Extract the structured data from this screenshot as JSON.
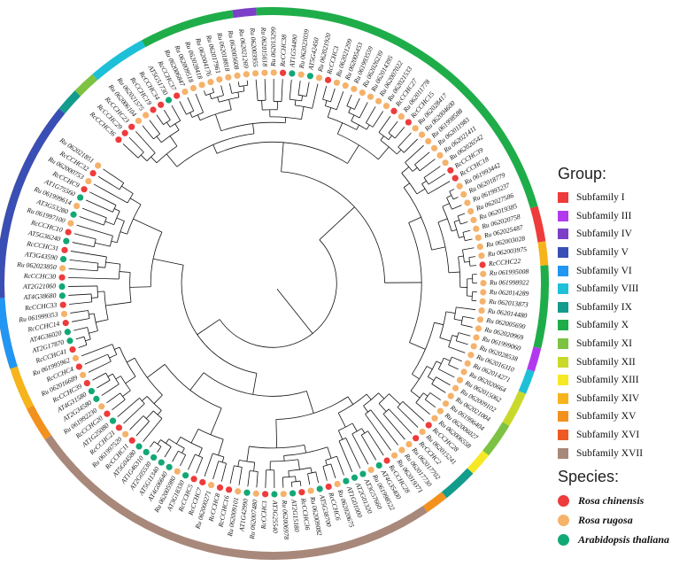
{
  "legend": {
    "group_title": "Group:",
    "species_title": "Species:",
    "groups": [
      {
        "label": "Subfamily I",
        "color": "#EE3B3B"
      },
      {
        "label": "Subfamily III",
        "color": "#B23AEE"
      },
      {
        "label": "Subfamily IV",
        "color": "#7B3FC8"
      },
      {
        "label": "Subfamily V",
        "color": "#3A4FB5"
      },
      {
        "label": "Subfamily VI",
        "color": "#2196F3"
      },
      {
        "label": "Subfamily VIII",
        "color": "#1EC0D8"
      },
      {
        "label": "Subfamily IX",
        "color": "#139B8C"
      },
      {
        "label": "Subfamily X",
        "color": "#1FAD4A"
      },
      {
        "label": "Subfamily XI",
        "color": "#7DC242"
      },
      {
        "label": "Subfamily XII",
        "color": "#C9D92B"
      },
      {
        "label": "Subfamily XIII",
        "color": "#F7E825"
      },
      {
        "label": "Subfamily XIV",
        "color": "#F6B41C"
      },
      {
        "label": "Subfamily XV",
        "color": "#F3911E"
      },
      {
        "label": "Subfamily XVI",
        "color": "#EF5A24"
      },
      {
        "label": "Subfamily XVII",
        "color": "#A8887A"
      }
    ],
    "species": [
      {
        "label": "Rosa chinensis",
        "color": "#EE3B3B"
      },
      {
        "label": "Rosa rugosa",
        "color": "#F5B26B"
      },
      {
        "label": "Arabidopsis thaliana",
        "color": "#12A876"
      }
    ]
  },
  "leaves": [
    {
      "name": "Ru 062021851",
      "sp": 1
    },
    {
      "name": "RcCCHC32",
      "sp": 0
    },
    {
      "name": "Ru 062000753",
      "sp": 1
    },
    {
      "name": "RcCCHC9",
      "sp": 0
    },
    {
      "name": "AT1G75560",
      "sp": 2
    },
    {
      "name": "Ru 061999614",
      "sp": 1
    },
    {
      "name": "AT3G53280",
      "sp": 2
    },
    {
      "name": "Ru 061997100",
      "sp": 1
    },
    {
      "name": "RcCCHC10",
      "sp": 0
    },
    {
      "name": "AT5G36240",
      "sp": 2
    },
    {
      "name": "RcCCHC31",
      "sp": 0
    },
    {
      "name": "AT3G43590",
      "sp": 2
    },
    {
      "name": "Ru 062023850",
      "sp": 1
    },
    {
      "name": "RcCCHC30",
      "sp": 0
    },
    {
      "name": "AT2G21060",
      "sp": 2
    },
    {
      "name": "AT4G38680",
      "sp": 2
    },
    {
      "name": "RcCCHC33",
      "sp": 0
    },
    {
      "name": "Ru 061999353",
      "sp": 1
    },
    {
      "name": "RcCCHC14",
      "sp": 0
    },
    {
      "name": "AT4G36020",
      "sp": 2
    },
    {
      "name": "AT2G17870",
      "sp": 2
    },
    {
      "name": "RcCCHC41",
      "sp": 0
    },
    {
      "name": "Ru 061995962",
      "sp": 1
    },
    {
      "name": "RcCCHC4",
      "sp": 0
    },
    {
      "name": "Ru 062016689",
      "sp": 1
    },
    {
      "name": "RcCCHC39",
      "sp": 0
    },
    {
      "name": "AT4G31580",
      "sp": 2
    },
    {
      "name": "AT2G34580",
      "sp": 2
    },
    {
      "name": "Ru 061992230",
      "sp": 1
    },
    {
      "name": "RcCCHC20",
      "sp": 0
    },
    {
      "name": "AT1G25080",
      "sp": 2
    },
    {
      "name": "RcCCHC21",
      "sp": 0
    },
    {
      "name": "Ru 061997520",
      "sp": 1
    },
    {
      "name": "RcCCHC11",
      "sp": 0
    },
    {
      "name": "AT5G04580",
      "sp": 2
    },
    {
      "name": "AT1G46310",
      "sp": 2
    },
    {
      "name": "AT2G05530",
      "sp": 2
    },
    {
      "name": "AT5G11340",
      "sp": 2
    },
    {
      "name": "AT4G06640",
      "sp": 2
    },
    {
      "name": "Ru 062005980",
      "sp": 1
    },
    {
      "name": "AT3G18330",
      "sp": 2
    },
    {
      "name": "RcCCHC5",
      "sp": 0
    },
    {
      "name": "RcCCHC7",
      "sp": 0
    },
    {
      "name": "Ru 062000271",
      "sp": 1
    },
    {
      "name": "RcCCHC8",
      "sp": 0
    },
    {
      "name": "RcCCHC16",
      "sp": 0
    },
    {
      "name": "Ru 062009101",
      "sp": 1
    },
    {
      "name": "AT1G42990",
      "sp": 2
    },
    {
      "name": "Ru 062007480",
      "sp": 1
    },
    {
      "name": "RcCCHC1",
      "sp": 0
    },
    {
      "name": "AT3G25540",
      "sp": 2
    },
    {
      "name": "Ru 062006978",
      "sp": 1
    },
    {
      "name": "AT2G15180",
      "sp": 2
    },
    {
      "name": "RcCCHC36",
      "sp": 0
    },
    {
      "name": "Ru 062009082",
      "sp": 1
    },
    {
      "name": "AT5G38700",
      "sp": 2
    },
    {
      "name": "RcCCHC6",
      "sp": 0
    },
    {
      "name": "Ru 062020675",
      "sp": 1
    },
    {
      "name": "AT1G01000",
      "sp": 2
    },
    {
      "name": "AT2G01320",
      "sp": 2
    },
    {
      "name": "AT3G57660",
      "sp": 2
    },
    {
      "name": "Ru 061998522",
      "sp": 1
    },
    {
      "name": "AT4G35400",
      "sp": 2
    },
    {
      "name": "RcCCHC28",
      "sp": 0
    },
    {
      "name": "Ru 062019371",
      "sp": 1
    },
    {
      "name": "Ru 062017730",
      "sp": 1
    },
    {
      "name": "Ru 062017702",
      "sp": 1
    },
    {
      "name": "RcCCHC2",
      "sp": 0
    },
    {
      "name": "Ru 062015241",
      "sp": 1
    },
    {
      "name": "RcCCHC28",
      "sp": 0
    },
    {
      "name": "Ru 062006558",
      "sp": 1
    },
    {
      "name": "Ru 062006027",
      "sp": 1
    },
    {
      "name": "Ru 061996404",
      "sp": 1
    },
    {
      "name": "Ru 062021004",
      "sp": 1
    },
    {
      "name": "Ru 062009102",
      "sp": 1
    },
    {
      "name": "Ru 062015062",
      "sp": 1
    },
    {
      "name": "Ru 062020664",
      "sp": 1
    },
    {
      "name": "Ru 062014271",
      "sp": 1
    },
    {
      "name": "Ru 062016310",
      "sp": 1
    },
    {
      "name": "Ru 062028538",
      "sp": 1
    },
    {
      "name": "Ru 061999060",
      "sp": 1
    },
    {
      "name": "Ru 062020969",
      "sp": 1
    },
    {
      "name": "Ru 062005690",
      "sp": 1
    },
    {
      "name": "Ru 062014480",
      "sp": 1
    },
    {
      "name": "Ru 062013873",
      "sp": 1
    },
    {
      "name": "Ru 062014289",
      "sp": 1
    },
    {
      "name": "Ru 061998922",
      "sp": 1
    },
    {
      "name": "Ru 061995008",
      "sp": 1
    },
    {
      "name": "RcCCHC22",
      "sp": 0
    },
    {
      "name": "Ru 062003975",
      "sp": 1
    },
    {
      "name": "Ru 062003028",
      "sp": 1
    },
    {
      "name": "Ru 062025487",
      "sp": 1
    },
    {
      "name": "Ru 062020758",
      "sp": 1
    },
    {
      "name": "Ru 062019385",
      "sp": 1
    },
    {
      "name": "Ru 062027586",
      "sp": 1
    },
    {
      "name": "Ru 061993237",
      "sp": 1
    },
    {
      "name": "Ru 062018779",
      "sp": 1
    },
    {
      "name": "Ru 061993442",
      "sp": 1
    },
    {
      "name": "RcCCHC18",
      "sp": 0
    },
    {
      "name": "RcCCHC39",
      "sp": 0
    },
    {
      "name": "Ru 062026542",
      "sp": 1
    },
    {
      "name": "Ru 062021411",
      "sp": 1
    },
    {
      "name": "Ru 062011983",
      "sp": 1
    },
    {
      "name": "Ru 061998588",
      "sp": 1
    },
    {
      "name": "Ru 062004600",
      "sp": 1
    },
    {
      "name": "Ru 062028417",
      "sp": 1
    },
    {
      "name": "RcCCHC15",
      "sp": 0
    },
    {
      "name": "Ru 062011778",
      "sp": 1
    },
    {
      "name": "RcCCHC27",
      "sp": 0
    },
    {
      "name": "Ru 062021533",
      "sp": 1
    },
    {
      "name": "Ru 062007022",
      "sp": 1
    },
    {
      "name": "Ru 062014395",
      "sp": 1
    },
    {
      "name": "Ru 062026239",
      "sp": 1
    },
    {
      "name": "Ru 061993559",
      "sp": 1
    },
    {
      "name": "Ru 062005453",
      "sp": 1
    },
    {
      "name": "Ru 062021299",
      "sp": 1
    },
    {
      "name": "RcCCHC3",
      "sp": 0
    },
    {
      "name": "Ru 062021920",
      "sp": 1
    },
    {
      "name": "AT5G42450",
      "sp": 2
    },
    {
      "name": "Ru 062023039",
      "sp": 1
    },
    {
      "name": "AT1G54490",
      "sp": 2
    },
    {
      "name": "RcCCHC38",
      "sp": 0
    },
    {
      "name": "Ru 062013299",
      "sp": 1
    },
    {
      "name": "Ru 062015618",
      "sp": 1
    },
    {
      "name": "Ru 062003955",
      "sp": 1
    },
    {
      "name": "Ru 062021269",
      "sp": 1
    },
    {
      "name": "Ru 062005608",
      "sp": 1
    },
    {
      "name": "Ru 062018818",
      "sp": 1
    },
    {
      "name": "Ru 062017961",
      "sp": 1
    },
    {
      "name": "Ru 062004176",
      "sp": 1
    },
    {
      "name": "Ru 062028418",
      "sp": 1
    },
    {
      "name": "Ru 062009518",
      "sp": 1
    },
    {
      "name": "Ru 062006847",
      "sp": 1
    },
    {
      "name": "RcCCHC37",
      "sp": 0
    },
    {
      "name": "AT5G51730",
      "sp": 2
    },
    {
      "name": "RcCCHC34",
      "sp": 0
    },
    {
      "name": "RcCCHC19",
      "sp": 0
    },
    {
      "name": "Ru 062021575",
      "sp": 1
    },
    {
      "name": "Ru 062006104",
      "sp": 1
    },
    {
      "name": "RcCCHC23",
      "sp": 0
    },
    {
      "name": "RcCCHC29",
      "sp": 0
    },
    {
      "name": "RcCCHC36",
      "sp": 0
    }
  ],
  "ring_segments": [
    {
      "group": 12,
      "n": 4
    },
    {
      "group": 11,
      "n": 8
    },
    {
      "group": 13,
      "n": 9
    },
    {
      "group": 11,
      "n": 4
    },
    {
      "group": 12,
      "n": 3
    },
    {
      "group": 14,
      "n": 36
    },
    {
      "group": 12,
      "n": 2
    },
    {
      "group": 6,
      "n": 3
    },
    {
      "group": 10,
      "n": 2
    },
    {
      "group": 8,
      "n": 3
    },
    {
      "group": 9,
      "n": 3
    },
    {
      "group": 5,
      "n": 2
    },
    {
      "group": 1,
      "n": 2
    },
    {
      "group": 7,
      "n": 7
    },
    {
      "group": 11,
      "n": 2
    },
    {
      "group": 0,
      "n": 3
    },
    {
      "group": 7,
      "n": 31
    },
    {
      "group": 2,
      "n": 2
    },
    {
      "group": 7,
      "n": 8
    },
    {
      "group": 5,
      "n": 5
    },
    {
      "group": 8,
      "n": 2
    },
    {
      "group": 6,
      "n": 2
    },
    {
      "group": 3,
      "n": 17
    },
    {
      "group": 4,
      "n": 6
    }
  ]
}
